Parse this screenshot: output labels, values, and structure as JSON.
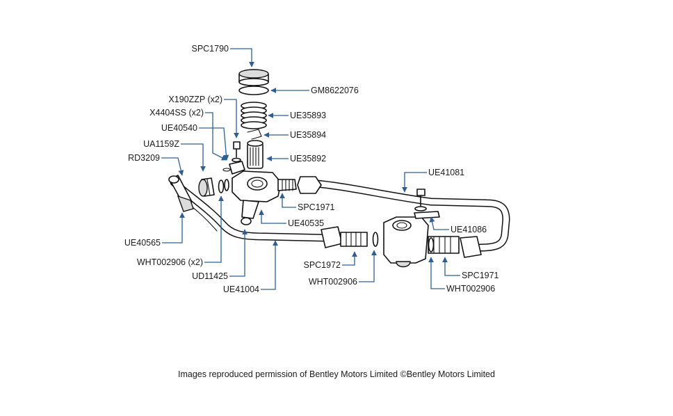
{
  "labels": {
    "spc1790": "SPC1790",
    "gm8622076": "GM8622076",
    "x190zzp": "X190ZZP (x2)",
    "ue35893": "UE35893",
    "x4404ss": "X4404SS (x2)",
    "ue40540": "UE40540",
    "ue35894": "UE35894",
    "ua1159z": "UA1159Z",
    "ue35892": "UE35892",
    "rd3209": "RD3209",
    "ue41081": "UE41081",
    "spc1971_a": "SPC1971",
    "ue40535": "UE40535",
    "ue41086": "UE41086",
    "ue40565": "UE40565",
    "wht002906_x2": "WHT002906 (x2)",
    "spc1972": "SPC1972",
    "spc1971_b": "SPC1971",
    "ud11425": "UD11425",
    "wht002906_a": "WHT002906",
    "wht002906_b": "WHT002906",
    "ue41004": "UE41004"
  },
  "caption": "Images reproduced permission of Bentley Motors Limited ©Bentley Motors Limited"
}
